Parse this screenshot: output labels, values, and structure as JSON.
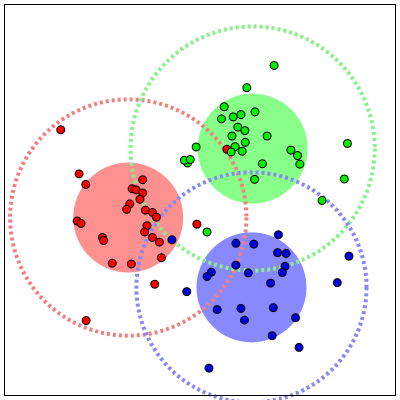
{
  "chart_data": {
    "type": "scatter",
    "title": "",
    "xlabel": "",
    "ylabel": "",
    "xlim": [
      0,
      100
    ],
    "ylim": [
      0,
      100
    ],
    "grid": false,
    "colors": {
      "red": "#ff0000",
      "green": "#00ee00",
      "blue": "#0000dd",
      "red_fill": "#ff9090",
      "green_fill": "#88ff88",
      "blue_fill": "#8888ff",
      "red_ring": "#f08080",
      "green_ring": "#88f088",
      "blue_ring": "#8888f0"
    },
    "clusters": [
      {
        "id": "red",
        "center": [
          31.6,
          45.5
        ],
        "core_radius": 14.1,
        "spread_radius": 30.3,
        "points": [
          [
            14.3,
            68.0
          ],
          [
            19.0,
            56.7
          ],
          [
            20.7,
            54.0
          ],
          [
            18.5,
            44.6
          ],
          [
            19.5,
            44.0
          ],
          [
            25.0,
            40.4
          ],
          [
            25.3,
            39.6
          ],
          [
            27.5,
            33.8
          ],
          [
            32.4,
            33.6
          ],
          [
            32.6,
            52.9
          ],
          [
            33.6,
            52.6
          ],
          [
            35.3,
            55.2
          ],
          [
            35.3,
            51.8
          ],
          [
            34.6,
            50.2
          ],
          [
            32.0,
            49.0
          ],
          [
            31.2,
            47.6
          ],
          [
            36.0,
            47.4
          ],
          [
            37.8,
            46.8
          ],
          [
            38.8,
            45.6
          ],
          [
            36.4,
            43.4
          ],
          [
            35.8,
            41.8
          ],
          [
            37.8,
            40.4
          ],
          [
            39.6,
            39.2
          ],
          [
            40.1,
            35.2
          ],
          [
            38.4,
            28.4
          ],
          [
            20.8,
            19.1
          ],
          [
            49.2,
            43.8
          ],
          [
            56.9,
            63.0
          ]
        ]
      },
      {
        "id": "green",
        "center": [
          63.5,
          63.2
        ],
        "core_radius": 14.1,
        "spread_radius": 31.3,
        "points": [
          [
            69.0,
            84.5
          ],
          [
            62.0,
            78.8
          ],
          [
            56.2,
            73.9
          ],
          [
            55.5,
            70.8
          ],
          [
            58.5,
            71.3
          ],
          [
            60.5,
            71.9
          ],
          [
            64.1,
            72.6
          ],
          [
            59.7,
            68.7
          ],
          [
            61.5,
            67.8
          ],
          [
            58.2,
            66.4
          ],
          [
            61.6,
            64.8
          ],
          [
            59.0,
            63.7
          ],
          [
            60.8,
            62.5
          ],
          [
            58.0,
            62.3
          ],
          [
            67.2,
            66.4
          ],
          [
            73.3,
            62.8
          ],
          [
            75.0,
            61.4
          ],
          [
            75.6,
            59.2
          ],
          [
            66.0,
            59.3
          ],
          [
            64.0,
            55.3
          ],
          [
            49.0,
            63.6
          ],
          [
            46.8,
            59.5
          ],
          [
            46.0,
            60.2
          ],
          [
            47.5,
            60.4
          ],
          [
            87.8,
            64.5
          ],
          [
            87.0,
            55.4
          ],
          [
            81.3,
            49.9
          ],
          [
            51.8,
            41.8
          ]
        ]
      },
      {
        "id": "blue",
        "center": [
          63.2,
          27.6
        ],
        "core_radius": 14.1,
        "spread_radius": 29.5,
        "points": [
          [
            42.8,
            39.8
          ],
          [
            59.2,
            38.9
          ],
          [
            63.8,
            38.7
          ],
          [
            70.1,
            41.1
          ],
          [
            69.9,
            36.5
          ],
          [
            72.1,
            36.3
          ],
          [
            71.8,
            33.0
          ],
          [
            59.2,
            33.3
          ],
          [
            62.4,
            31.3
          ],
          [
            52.9,
            31.5
          ],
          [
            51.8,
            30.4
          ],
          [
            71.1,
            31.4
          ],
          [
            68.1,
            28.7
          ],
          [
            46.6,
            26.5
          ],
          [
            54.4,
            21.9
          ],
          [
            60.5,
            22.2
          ],
          [
            68.8,
            22.4
          ],
          [
            61.4,
            19.2
          ],
          [
            74.5,
            19.8
          ],
          [
            68.5,
            15.2
          ],
          [
            75.4,
            12.2
          ],
          [
            85.2,
            28.8
          ],
          [
            88.2,
            35.6
          ],
          [
            52.3,
            6.9
          ]
        ]
      }
    ]
  }
}
